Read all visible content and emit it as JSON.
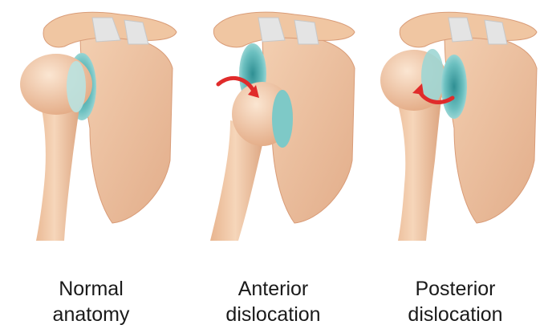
{
  "panels": [
    {
      "line1": "Normal",
      "line2": "anatomy"
    },
    {
      "line1": "Anterior",
      "line2": "dislocation"
    },
    {
      "line1": "Posterior",
      "line2": "dislocation"
    }
  ],
  "colors": {
    "bone": "#f1c9a6",
    "bone_shade": "#d99c78",
    "bone_light": "#fbe4cf",
    "cartilage": "#7ec9c7",
    "cartilage_dark": "#2f8f93",
    "ligament": "#e4e4e4",
    "arrow": "#e02b2b"
  }
}
